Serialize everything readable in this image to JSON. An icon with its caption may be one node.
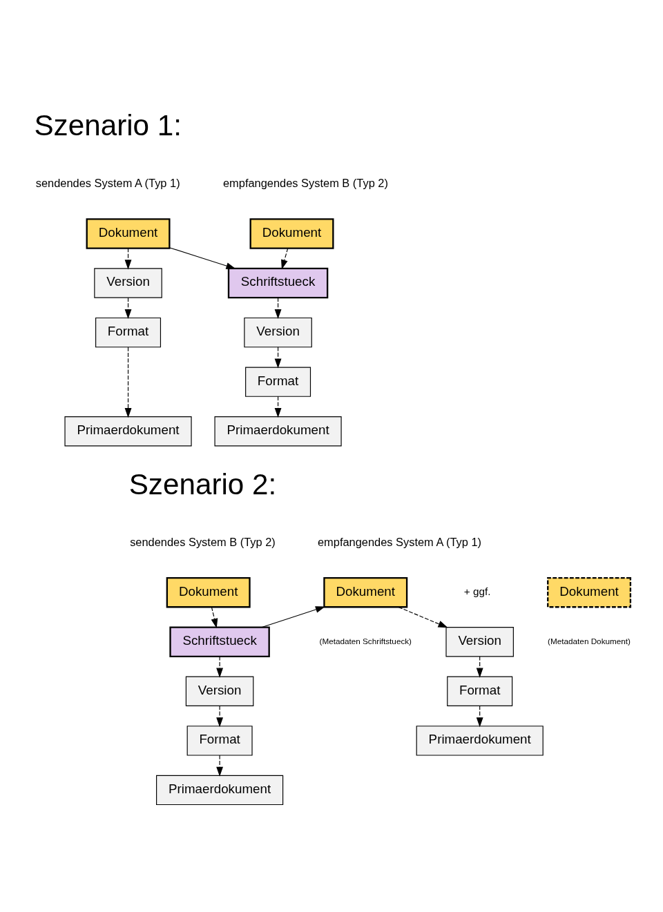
{
  "diagram": {
    "nodes": [
      {
        "text": [
          "Dokument"
        ]
      },
      {
        "text": [
          "Version"
        ]
      },
      {
        "text": [
          "Format"
        ]
      },
      {
        "text": [
          "Primaerdokument"
        ]
      },
      {
        "text": [
          "Dokument"
        ]
      },
      {
        "text": [
          "Schriftstueck"
        ]
      },
      {
        "text": [
          "Version"
        ]
      },
      {
        "text": [
          "Format"
        ]
      },
      {
        "text": [
          "Primaerdokument"
        ]
      },
      {
        "text": [
          "Dokument"
        ]
      },
      {
        "text": [
          "Schriftstueck"
        ]
      },
      {
        "text": [
          "Version"
        ]
      },
      {
        "text": [
          "Format"
        ]
      },
      {
        "text": [
          "Primaerdokument"
        ]
      },
      {
        "text": [
          "Dokument"
        ],
        "beside": [
          "(Metadaten Schriftstueck)"
        ]
      },
      {
        "text": [
          "Dokument"
        ],
        "beside": [
          "(Metadaten Dokument)"
        ]
      },
      {
        "text": [
          "Version"
        ]
      },
      {
        "text": [
          "Format"
        ]
      },
      {
        "text": [
          "Primaerdokument"
        ]
      }
    ],
    "edges": [
      {
        "from": 0,
        "to": 1,
        "arrow": "to",
        "style": "dashed"
      },
      {
        "from": 1,
        "to": 2,
        "arrow": "to",
        "style": "dashed"
      },
      {
        "from": 2,
        "to": 3,
        "arrow": "to",
        "style": "dashed"
      },
      {
        "from": 0,
        "to": 5,
        "arrow": "to"
      },
      {
        "from": 4,
        "to": 5,
        "arrow": "to",
        "style": "dashed"
      },
      {
        "from": 5,
        "to": 6,
        "arrow": "to",
        "style": "dashed"
      },
      {
        "from": 6,
        "to": 7,
        "arrow": "to",
        "style": "dashed"
      },
      {
        "from": 7,
        "to": 8,
        "arrow": "to",
        "style": "dashed"
      },
      {
        "from": 9,
        "to": 10,
        "arrow": "to",
        "style": "dashed"
      },
      {
        "from": 10,
        "to": 11,
        "arrow": "to",
        "style": "dashed"
      },
      {
        "from": 11,
        "to": 12,
        "arrow": "to",
        "style": "dashed"
      },
      {
        "from": 12,
        "to": 13,
        "arrow": "to",
        "style": "dashed"
      },
      {
        "from": 10,
        "to": 14,
        "arrow": "to"
      },
      {
        "from": 14,
        "to": 16,
        "arrow": "to",
        "style": "dashed"
      },
      {
        "from": 16,
        "to": 17,
        "arrow": "to",
        "style": "dashed"
      },
      {
        "from": 17,
        "to": 18,
        "arrow": "to",
        "style": "dashed"
      }
    ],
    "labels": [
      "Szenario 1:",
      "sendendes System A (Typ 1)",
      "empfangendes System B (Typ 2)",
      "Szenario 2:",
      "sendendes System B (Typ 2)",
      "empfangendes System A (Typ 1)",
      "+ ggf."
    ]
  }
}
